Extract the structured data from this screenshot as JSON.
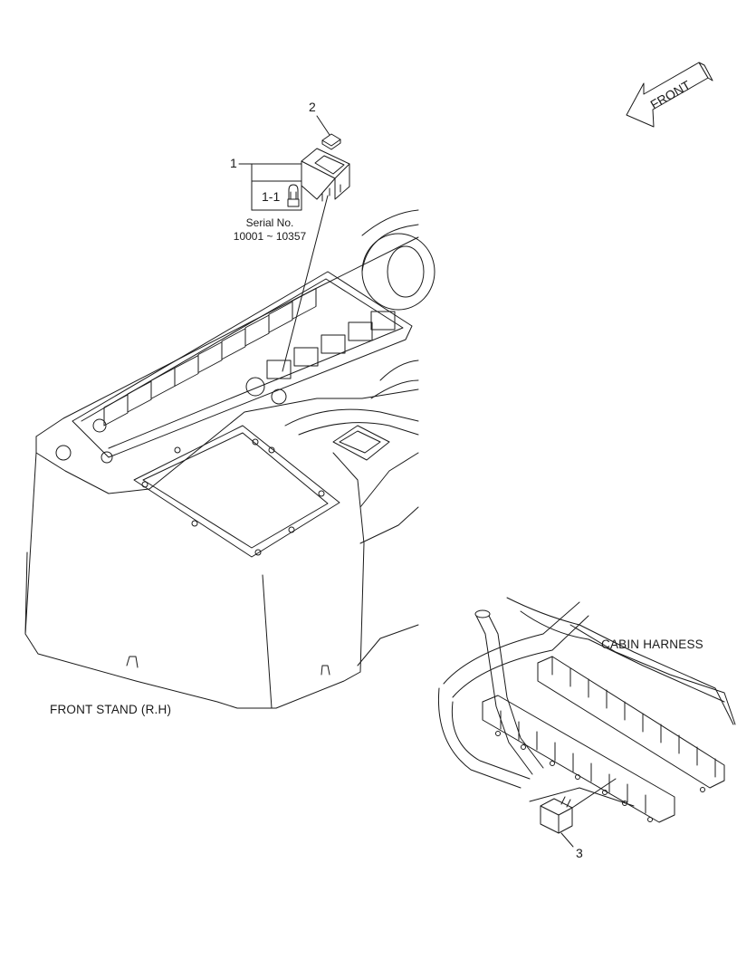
{
  "labels": {
    "front_arrow": "FRONT",
    "callout_1": "1",
    "callout_1_1": "1-1",
    "callout_2": "2",
    "callout_3": "3",
    "serial_line1": "Serial No.",
    "serial_line2": "10001 ~ 10357",
    "front_stand": "FRONT STAND (R.H)",
    "cabin_harness": "CABIN HARNESS"
  },
  "colors": {
    "ink": "#1a1a1a",
    "background": "#ffffff"
  }
}
